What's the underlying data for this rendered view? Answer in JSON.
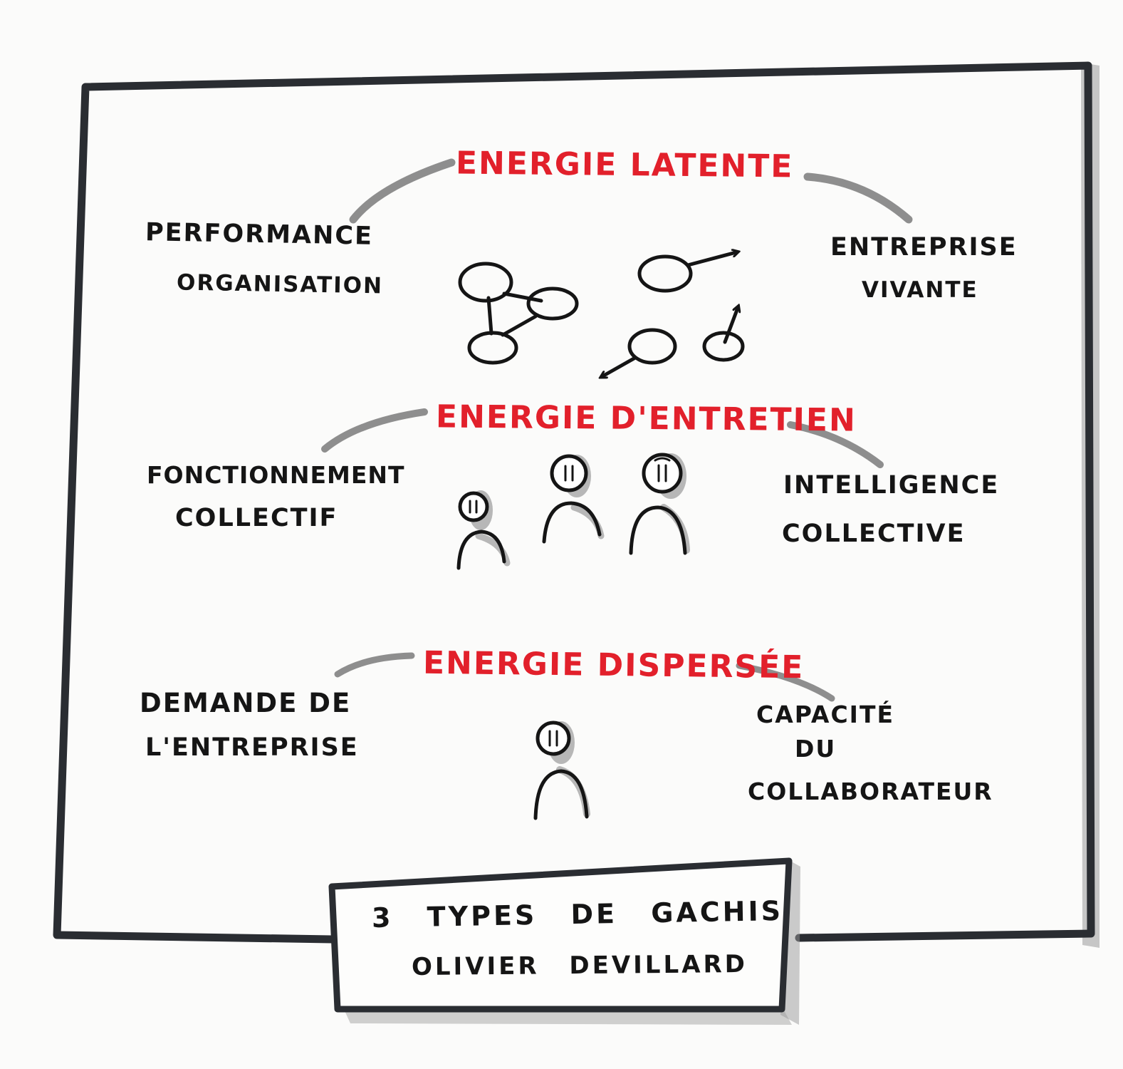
{
  "colors": {
    "ink": "#151515",
    "accent": "#e2202b",
    "swoosh": "#8e8e8e",
    "paper": "#fbfbfa"
  },
  "levels": [
    {
      "title": "ENERGIE LATENTE",
      "left_lines": [
        "PERFORMANCE",
        "ORGANISATION"
      ],
      "right_lines": [
        "ENTREPRISE",
        "VIVANTE"
      ]
    },
    {
      "title": "ENERGIE D'ENTRETIEN",
      "left_lines": [
        "FONCTIONNEMENT",
        "COLLECTIF"
      ],
      "right_lines": [
        "INTELLIGENCE",
        "COLLECTIVE"
      ]
    },
    {
      "title": "ENERGIE DISPERSÉE",
      "left_lines": [
        "DEMANDE DE",
        "L'ENTREPRISE"
      ],
      "right_lines": [
        "CAPACITÉ",
        "DU",
        "COLLABORATEUR"
      ]
    }
  ],
  "caption": {
    "line1": "3 TYPES DE GACHIS",
    "line2": "OLIVIER DEVILLARD"
  }
}
